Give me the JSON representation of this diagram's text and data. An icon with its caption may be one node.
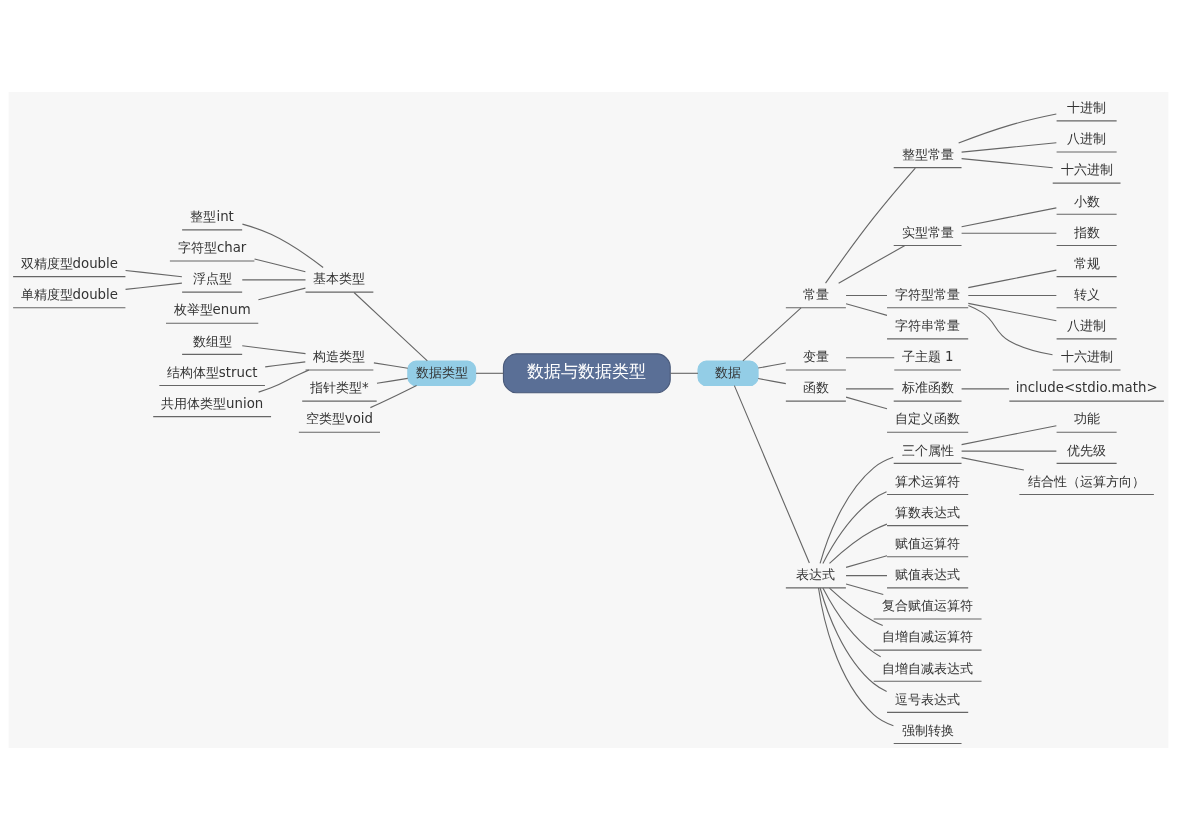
{
  "diagram": {
    "nodes": [
      {
        "text": [
          "数据与数据类型"
        ]
      },
      {
        "text": [
          "数据"
        ]
      },
      {
        "text": [
          "常量"
        ]
      },
      {
        "text": [
          "整型常量"
        ]
      },
      {
        "text": [
          "十进制"
        ]
      },
      {
        "text": [
          "八进制"
        ]
      },
      {
        "text": [
          "十六进制"
        ]
      },
      {
        "text": [
          "实型常量"
        ]
      },
      {
        "text": [
          "小数"
        ]
      },
      {
        "text": [
          "指数"
        ]
      },
      {
        "text": [
          "字符型常量"
        ]
      },
      {
        "text": [
          "常规"
        ]
      },
      {
        "text": [
          "转义"
        ]
      },
      {
        "text": [
          "八进制"
        ]
      },
      {
        "text": [
          "十六进制"
        ]
      },
      {
        "text": [
          "字符串常量"
        ]
      },
      {
        "text": [
          "变量"
        ]
      },
      {
        "text": [
          "子主题 1"
        ]
      },
      {
        "text": [
          "函数"
        ]
      },
      {
        "text": [
          "标准函数"
        ]
      },
      {
        "text": [
          "include<stdio.math>"
        ]
      },
      {
        "text": [
          "自定义函数"
        ]
      },
      {
        "text": [
          "表达式"
        ]
      },
      {
        "text": [
          "三个属性"
        ]
      },
      {
        "text": [
          "功能"
        ]
      },
      {
        "text": [
          "优先级"
        ]
      },
      {
        "text": [
          "结合性（运算方向）"
        ]
      },
      {
        "text": [
          "算术运算符"
        ]
      },
      {
        "text": [
          "算数表达式"
        ]
      },
      {
        "text": [
          "赋值运算符"
        ]
      },
      {
        "text": [
          "赋值表达式"
        ]
      },
      {
        "text": [
          "复合赋值运算符"
        ]
      },
      {
        "text": [
          "自增自减运算符"
        ]
      },
      {
        "text": [
          "自增自减表达式"
        ]
      },
      {
        "text": [
          "逗号表达式"
        ]
      },
      {
        "text": [
          "强制转换"
        ]
      },
      {
        "text": [
          "数据类型"
        ]
      },
      {
        "text": [
          "基本类型"
        ]
      },
      {
        "text": [
          "整型int"
        ]
      },
      {
        "text": [
          "字符型char"
        ]
      },
      {
        "text": [
          "浮点型"
        ]
      },
      {
        "text": [
          "双精度型double"
        ]
      },
      {
        "text": [
          "单精度型double"
        ]
      },
      {
        "text": [
          "枚举型enum"
        ]
      },
      {
        "text": [
          "构造类型"
        ]
      },
      {
        "text": [
          "数组型"
        ]
      },
      {
        "text": [
          "结构体型struct"
        ]
      },
      {
        "text": [
          "共用体类型union"
        ]
      },
      {
        "text": [
          "指针类型*"
        ]
      },
      {
        "text": [
          "空类型void"
        ]
      }
    ],
    "edges": [
      {
        "from": 0,
        "to": 1,
        "arrow": "none"
      },
      {
        "from": 1,
        "to": 2,
        "arrow": "none"
      },
      {
        "from": 2,
        "to": 3,
        "arrow": "none"
      },
      {
        "from": 3,
        "to": 4,
        "arrow": "none"
      },
      {
        "from": 3,
        "to": 5,
        "arrow": "none"
      },
      {
        "from": 3,
        "to": 6,
        "arrow": "none"
      },
      {
        "from": 2,
        "to": 7,
        "arrow": "none"
      },
      {
        "from": 7,
        "to": 8,
        "arrow": "none"
      },
      {
        "from": 7,
        "to": 9,
        "arrow": "none"
      },
      {
        "from": 2,
        "to": 10,
        "arrow": "none"
      },
      {
        "from": 10,
        "to": 11,
        "arrow": "none"
      },
      {
        "from": 10,
        "to": 12,
        "arrow": "none"
      },
      {
        "from": 10,
        "to": 13,
        "arrow": "none"
      },
      {
        "from": 10,
        "to": 14,
        "arrow": "none"
      },
      {
        "from": 2,
        "to": 15,
        "arrow": "none"
      },
      {
        "from": 1,
        "to": 16,
        "arrow": "none"
      },
      {
        "from": 16,
        "to": 17,
        "arrow": "none"
      },
      {
        "from": 1,
        "to": 18,
        "arrow": "none"
      },
      {
        "from": 18,
        "to": 19,
        "arrow": "none"
      },
      {
        "from": 19,
        "to": 20,
        "arrow": "none"
      },
      {
        "from": 18,
        "to": 21,
        "arrow": "none"
      },
      {
        "from": 1,
        "to": 22,
        "arrow": "none"
      },
      {
        "from": 22,
        "to": 23,
        "arrow": "none"
      },
      {
        "from": 23,
        "to": 24,
        "arrow": "none"
      },
      {
        "from": 23,
        "to": 25,
        "arrow": "none"
      },
      {
        "from": 23,
        "to": 26,
        "arrow": "none"
      },
      {
        "from": 22,
        "to": 27,
        "arrow": "none"
      },
      {
        "from": 22,
        "to": 28,
        "arrow": "none"
      },
      {
        "from": 22,
        "to": 29,
        "arrow": "none"
      },
      {
        "from": 22,
        "to": 30,
        "arrow": "none"
      },
      {
        "from": 22,
        "to": 31,
        "arrow": "none"
      },
      {
        "from": 22,
        "to": 32,
        "arrow": "none"
      },
      {
        "from": 22,
        "to": 33,
        "arrow": "none"
      },
      {
        "from": 22,
        "to": 34,
        "arrow": "none"
      },
      {
        "from": 22,
        "to": 35,
        "arrow": "none"
      },
      {
        "from": 0,
        "to": 36,
        "arrow": "none"
      },
      {
        "from": 36,
        "to": 37,
        "arrow": "none"
      },
      {
        "from": 37,
        "to": 38,
        "arrow": "none"
      },
      {
        "from": 37,
        "to": 39,
        "arrow": "none"
      },
      {
        "from": 37,
        "to": 40,
        "arrow": "none"
      },
      {
        "from": 40,
        "to": 41,
        "arrow": "none"
      },
      {
        "from": 40,
        "to": 42,
        "arrow": "none"
      },
      {
        "from": 37,
        "to": 43,
        "arrow": "none"
      },
      {
        "from": 36,
        "to": 44,
        "arrow": "none"
      },
      {
        "from": 44,
        "to": 45,
        "arrow": "none"
      },
      {
        "from": 44,
        "to": 46,
        "arrow": "none"
      },
      {
        "from": 44,
        "to": 47,
        "arrow": "none"
      },
      {
        "from": 36,
        "to": 48,
        "arrow": "none"
      },
      {
        "from": 36,
        "to": 49,
        "arrow": "none"
      }
    ]
  }
}
